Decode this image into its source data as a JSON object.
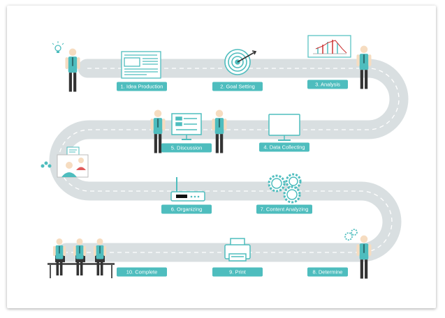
{
  "steps": [
    {
      "label": "1. Idea Production"
    },
    {
      "label": "2. Goal Setting"
    },
    {
      "label": "3. Analysis"
    },
    {
      "label": "4. Data Collecting"
    },
    {
      "label": "5. Discussion"
    },
    {
      "label": "6. Organizing"
    },
    {
      "label": "7. Content Analyzing"
    },
    {
      "label": "8. Determine"
    },
    {
      "label": "9. Print"
    },
    {
      "label": "10. Complete"
    }
  ],
  "colors": {
    "road": "#d9dfe1",
    "dash": "#ffffff",
    "accent": "#4ebdbe",
    "skin": "#f6dcc0",
    "pants": "#333333"
  },
  "icons": [
    "lightbulb-icon",
    "newspaper-icon",
    "target-icon",
    "line-chart-board-icon",
    "monitor-icon",
    "router-icon",
    "gears-icon",
    "printer-icon"
  ]
}
